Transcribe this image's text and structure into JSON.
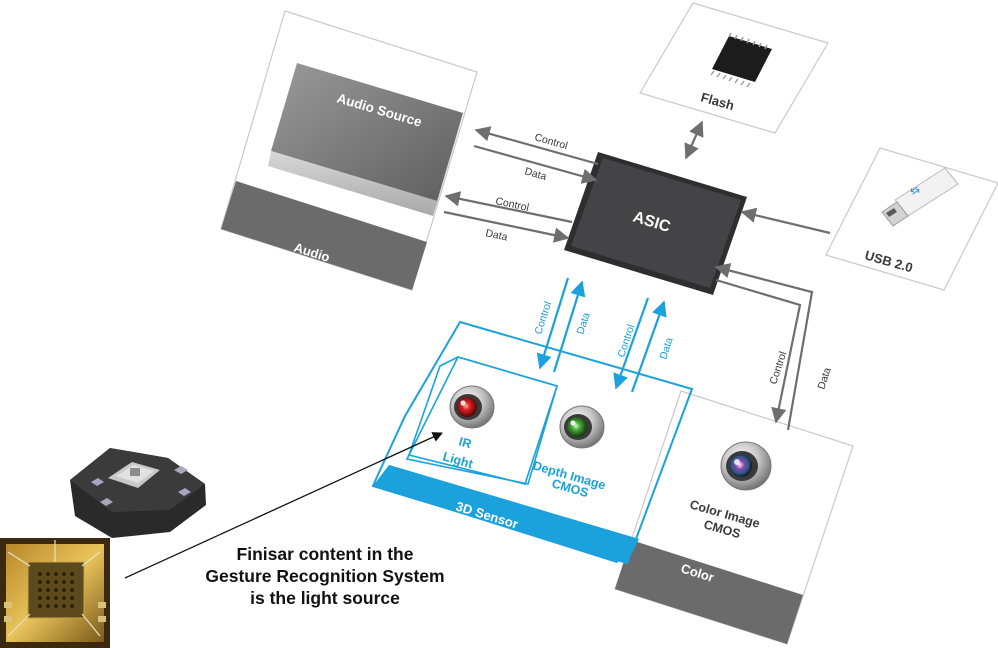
{
  "blocks": {
    "audio_source": "Audio Source",
    "audio": "Audio",
    "flash": "Flash",
    "asic": "ASIC",
    "usb": "USB 2.0",
    "ir_light_line1": "IR",
    "ir_light_line2": "Light",
    "depth_line1": "Depth Image",
    "depth_line2": "CMOS",
    "sensor": "3D Sensor",
    "color_cmos_line1": "Color Image",
    "color_cmos_line2": "CMOS",
    "color": "Color"
  },
  "arrows": {
    "control": "Control",
    "data": "Data"
  },
  "caption": "Finisar content in the Gesture Recognition System is the light source",
  "colors": {
    "accent_blue": "#1ba1dc",
    "panel_gray": "#6b6b6b",
    "asic_dark": "#3d3d3f",
    "arrow_gray": "#6e6e6e"
  }
}
